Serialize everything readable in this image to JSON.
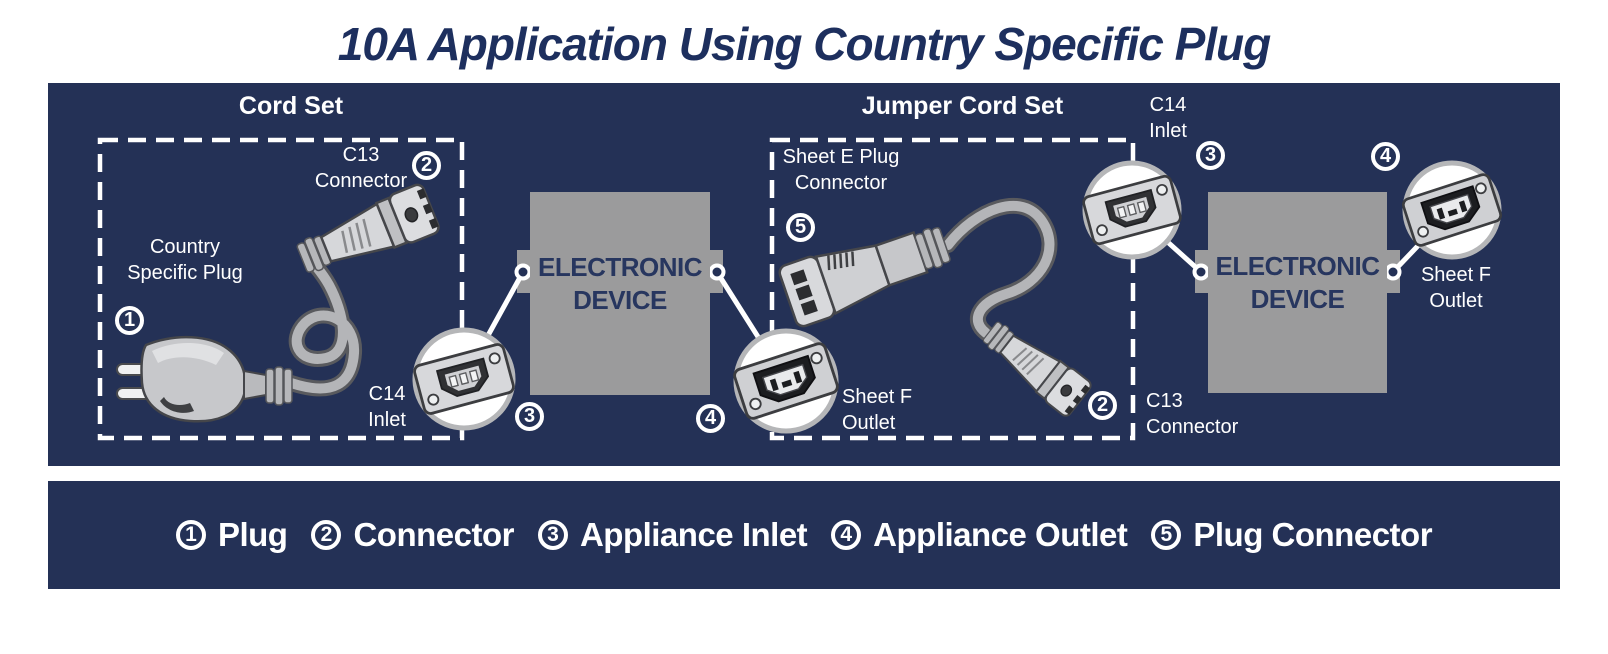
{
  "title": "10A Application Using Country Specific Plug",
  "colors": {
    "navy": "#243156",
    "title_navy": "#1d2f5e",
    "device_gray": "#9b9b9c",
    "device_text_navy": "#27365f"
  },
  "panel": {
    "cord_set": {
      "title": "Cord Set",
      "connector_label": [
        "C13",
        "Connector"
      ],
      "plug_label": [
        "Country",
        "Specific Plug"
      ],
      "badge_plug": "1",
      "badge_connector": "2"
    },
    "device_left": {
      "label": [
        "ELECTRONIC",
        "DEVICE"
      ],
      "inlet_label": [
        "C14",
        "Inlet"
      ],
      "outlet_label": [
        "Sheet F",
        "Outlet"
      ],
      "badge_inlet": "3",
      "badge_outlet": "4"
    },
    "jumper_set": {
      "title": "Jumper Cord Set",
      "plug_connector_label": [
        "Sheet E Plug",
        "Connector"
      ],
      "connector_label": [
        "C13",
        "Connector"
      ],
      "badge_plug_connector": "5",
      "badge_connector": "2"
    },
    "device_right": {
      "label": [
        "ELECTRONIC",
        "DEVICE"
      ],
      "inlet_label": [
        "C14",
        "Inlet"
      ],
      "outlet_label": [
        "Sheet F",
        "Outlet"
      ],
      "badge_inlet": "3",
      "badge_outlet": "4"
    }
  },
  "legend": {
    "items": [
      {
        "num": "1",
        "label": "Plug"
      },
      {
        "num": "2",
        "label": "Connector"
      },
      {
        "num": "3",
        "label": "Appliance Inlet"
      },
      {
        "num": "4",
        "label": "Appliance Outlet"
      },
      {
        "num": "5",
        "label": "Plug Connector"
      }
    ]
  }
}
